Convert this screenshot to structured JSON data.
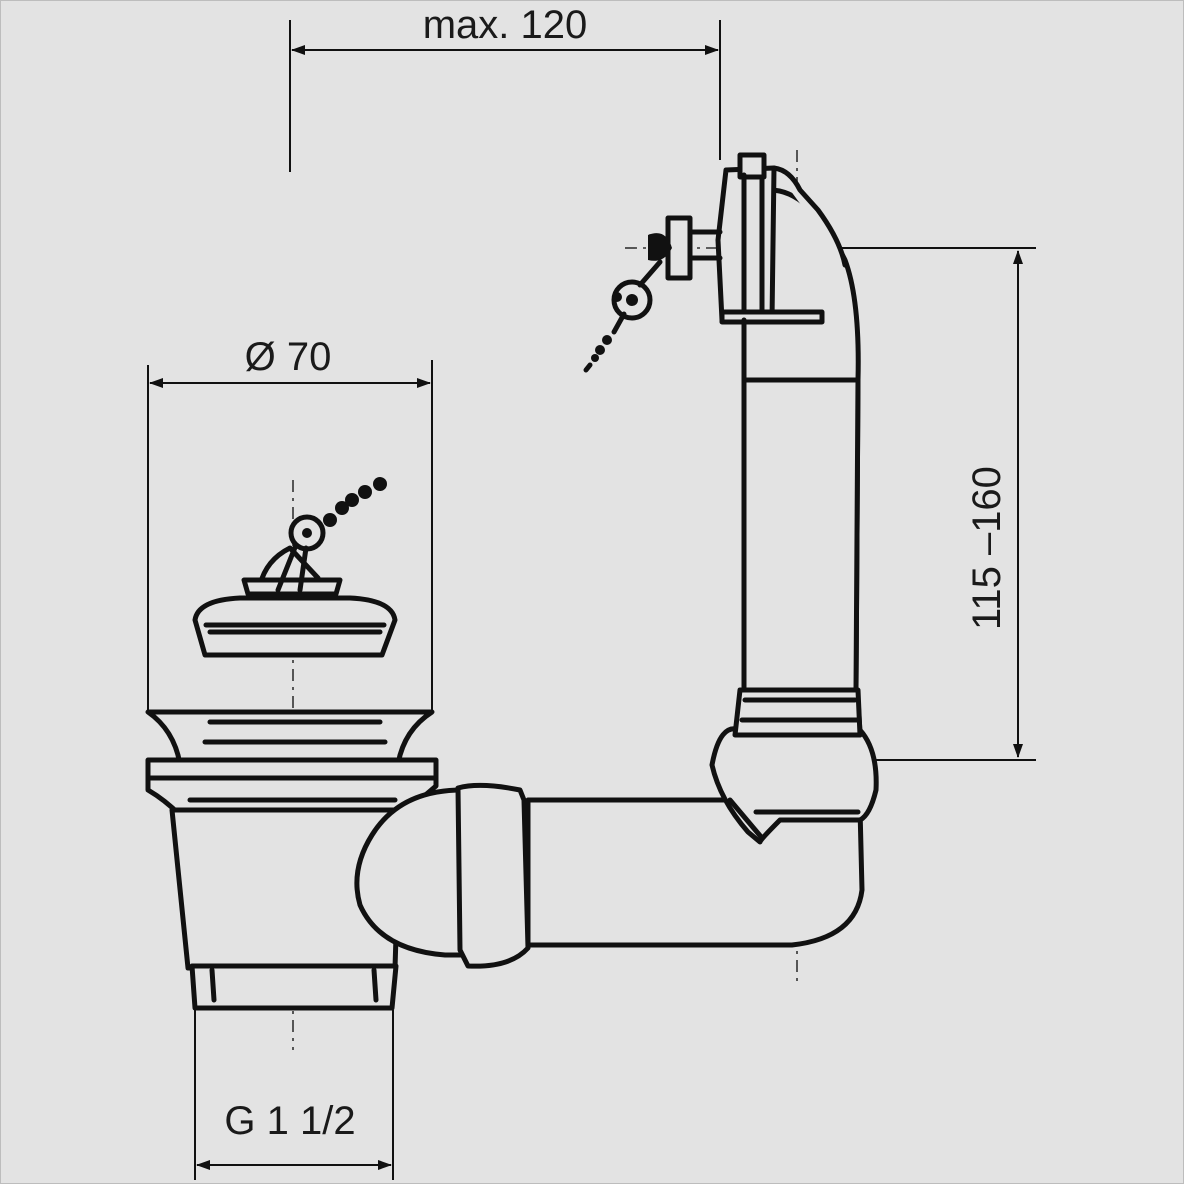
{
  "dimensions": {
    "max_width": "max. 120",
    "diameter": "Ø 70",
    "thread": "G 1 1/2",
    "height_range": "115 –160"
  },
  "colors": {
    "background": "#e3e3e3",
    "line": "#111111"
  }
}
